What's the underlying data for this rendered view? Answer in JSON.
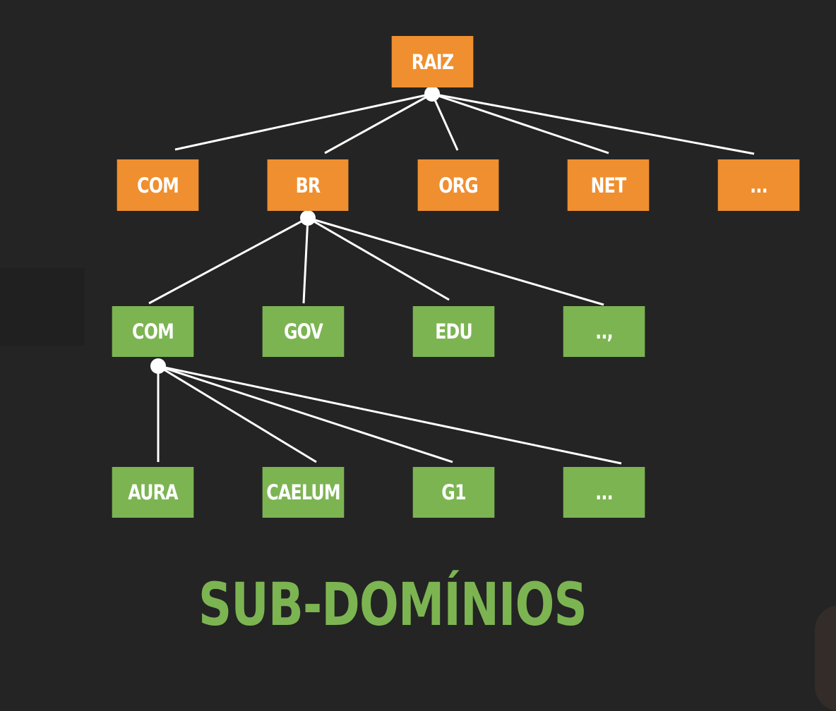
{
  "colors": {
    "background": "#242424",
    "tld": "#ef8f2f",
    "subdomain": "#7cb452",
    "line": "#ffffff",
    "caption": "#7cb452"
  },
  "root": {
    "label": "RAIZ"
  },
  "tlds": [
    "COM",
    "BR",
    "ORG",
    "NET",
    "..."
  ],
  "br_subdomains": [
    "COM",
    "GOV",
    "EDU",
    "..,"
  ],
  "com_br_subdomains": [
    "AURA",
    "CAELUM",
    "G1",
    "..."
  ],
  "caption": "SUB-DOMÍNIOS"
}
